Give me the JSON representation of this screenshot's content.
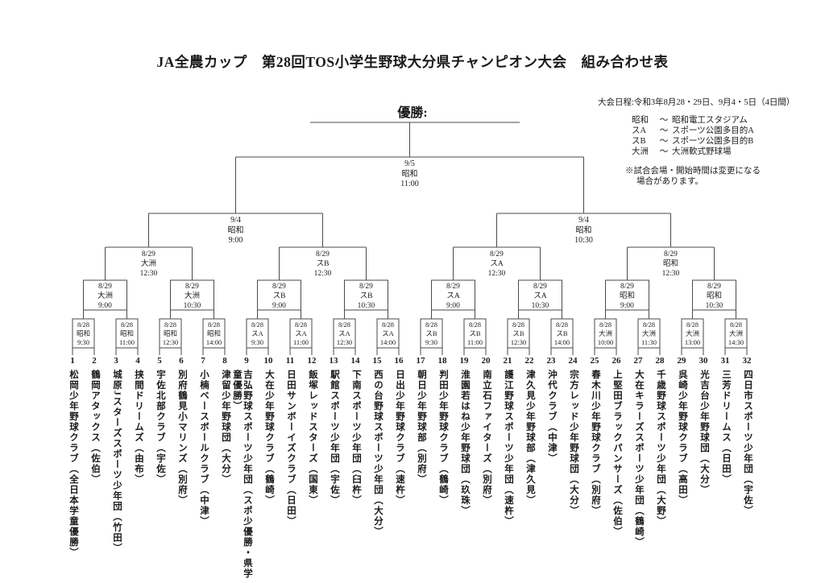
{
  "title": "JA全農カップ　第28回TOS小学生野球大分県チャンピオン大会　組み合わせ表",
  "champion": {
    "label": "優勝:",
    "value": ""
  },
  "info": {
    "schedule": "大会日程:令和3年8月28・29日、9月4・5日（4日間）",
    "venues": [
      {
        "abbr": "昭和",
        "tilde": "～",
        "name": "昭和電工スタジアム"
      },
      {
        "abbr": "スA",
        "tilde": "～",
        "name": "スポーツ公園多目的A"
      },
      {
        "abbr": "スB",
        "tilde": "～",
        "name": "スポーツ公園多目的B"
      },
      {
        "abbr": "大洲",
        "tilde": "～",
        "name": "大洲軟式野球場"
      }
    ],
    "note_line1": "※試合会場・開始時間は変更になる",
    "note_line2": "場合があります。"
  },
  "rounds": {
    "final": {
      "date": "9/5",
      "venue": "昭和",
      "time": "11:00"
    },
    "semifinals": [
      {
        "date": "9/4",
        "venue": "昭和",
        "time": "9:00"
      },
      {
        "date": "9/4",
        "venue": "昭和",
        "time": "10:30"
      }
    ],
    "quarterfinals": [
      {
        "date": "8/29",
        "venue": "大洲",
        "time": "12:30"
      },
      {
        "date": "8/29",
        "venue": "スB",
        "time": "12:30"
      },
      {
        "date": "8/29",
        "venue": "スA",
        "time": "12:30"
      },
      {
        "date": "8/29",
        "venue": "昭和",
        "time": "12:30"
      }
    ],
    "round2": [
      {
        "date": "8/29",
        "venue": "大洲",
        "time": "9:00"
      },
      {
        "date": "8/29",
        "venue": "大洲",
        "time": "10:30"
      },
      {
        "date": "8/29",
        "venue": "スB",
        "time": "9:00"
      },
      {
        "date": "8/29",
        "venue": "スB",
        "time": "10:30"
      },
      {
        "date": "8/29",
        "venue": "スA",
        "time": "9:00"
      },
      {
        "date": "8/29",
        "venue": "スA",
        "time": "10:30"
      },
      {
        "date": "8/29",
        "venue": "昭和",
        "time": "9:00"
      },
      {
        "date": "8/29",
        "venue": "昭和",
        "time": "10:30"
      }
    ],
    "round1": [
      {
        "date": "8/28",
        "venue": "昭和",
        "time": "9:30"
      },
      {
        "date": "8/28",
        "venue": "昭和",
        "time": "11:00"
      },
      {
        "date": "8/28",
        "venue": "昭和",
        "time": "12:30"
      },
      {
        "date": "8/28",
        "venue": "昭和",
        "time": "14:00"
      },
      {
        "date": "8/28",
        "venue": "スA",
        "time": "9:30"
      },
      {
        "date": "8/28",
        "venue": "スA",
        "time": "11:00"
      },
      {
        "date": "8/28",
        "venue": "スA",
        "time": "12:30"
      },
      {
        "date": "8/28",
        "venue": "スA",
        "time": "14:00"
      },
      {
        "date": "8/28",
        "venue": "スB",
        "time": "9:30"
      },
      {
        "date": "8/28",
        "venue": "スB",
        "time": "11:00"
      },
      {
        "date": "8/28",
        "venue": "スB",
        "time": "12:30"
      },
      {
        "date": "8/28",
        "venue": "スB",
        "time": "14:00"
      },
      {
        "date": "8/28",
        "venue": "大洲",
        "time": "10:00"
      },
      {
        "date": "8/28",
        "venue": "大洲",
        "time": "11:30"
      },
      {
        "date": "8/28",
        "venue": "大洲",
        "time": "13:00"
      },
      {
        "date": "8/28",
        "venue": "大洲",
        "time": "14:30"
      }
    ]
  },
  "teams": [
    {
      "no": "1",
      "name": "松岡少年野球クラブ（全日本学童優勝）"
    },
    {
      "no": "2",
      "name": "鶴岡アタックス（佐伯）"
    },
    {
      "no": "3",
      "name": "城原Jスターズスポーツ少年団（竹田）"
    },
    {
      "no": "4",
      "name": "挟間ドリームズ（由布）"
    },
    {
      "no": "5",
      "name": "宇佐北部クラブ（宇佐）"
    },
    {
      "no": "6",
      "name": "別府鶴見小マリンズ（別府）"
    },
    {
      "no": "7",
      "name": "小楠ベースボールクラブ（中津）"
    },
    {
      "no": "8",
      "name": "津留少年野球団（大分）"
    },
    {
      "no": "9",
      "name": "吉弘野球スポーツ少年団（スポ少優勝・県学童優勝）"
    },
    {
      "no": "10",
      "name": "大在少年野球クラブ（鶴崎）"
    },
    {
      "no": "11",
      "name": "日田サンボーイズクラブ（日田）"
    },
    {
      "no": "12",
      "name": "飯塚レッドスターズ（国東）"
    },
    {
      "no": "13",
      "name": "駅館スポーツ少年団（宇佐）"
    },
    {
      "no": "14",
      "name": "下南スポーツ少年団（臼杵）"
    },
    {
      "no": "15",
      "name": "西の台野球スポーツ少年団（大分）"
    },
    {
      "no": "16",
      "name": "日出少年野球クラブ（速杵）"
    },
    {
      "no": "17",
      "name": "朝日少年野球部（別府）"
    },
    {
      "no": "18",
      "name": "判田少年野球クラブ（鶴崎）"
    },
    {
      "no": "19",
      "name": "淮園若はね少年野球団（玖珠）"
    },
    {
      "no": "20",
      "name": "南立石ファイターズ（別府）"
    },
    {
      "no": "21",
      "name": "護江野球スポーツ少年団（速杵）"
    },
    {
      "no": "22",
      "name": "津久見少年野球部（津久見）"
    },
    {
      "no": "23",
      "name": "沖代クラブ（中津）"
    },
    {
      "no": "24",
      "name": "宗方レッド少年野球団（大分）"
    },
    {
      "no": "25",
      "name": "春木川少年野球クラブ（別府）"
    },
    {
      "no": "26",
      "name": "上堅田ブラックパンサーズ（佐伯）"
    },
    {
      "no": "27",
      "name": "大在キラーズスポーツ少年団（鶴崎）"
    },
    {
      "no": "28",
      "name": "千歳野球スポーツ少年団（大野）"
    },
    {
      "no": "29",
      "name": "呉崎少年野球クラブ（高田）"
    },
    {
      "no": "30",
      "name": "光吉台少年野球団（大分）"
    },
    {
      "no": "31",
      "name": "三芳ドリームス（日田）"
    },
    {
      "no": "32",
      "name": "四日市スポーツ少年団（宇佐）"
    }
  ],
  "colors": {
    "line": "#4a4a4a",
    "text": "#1a1a1a",
    "background": "#ffffff"
  }
}
